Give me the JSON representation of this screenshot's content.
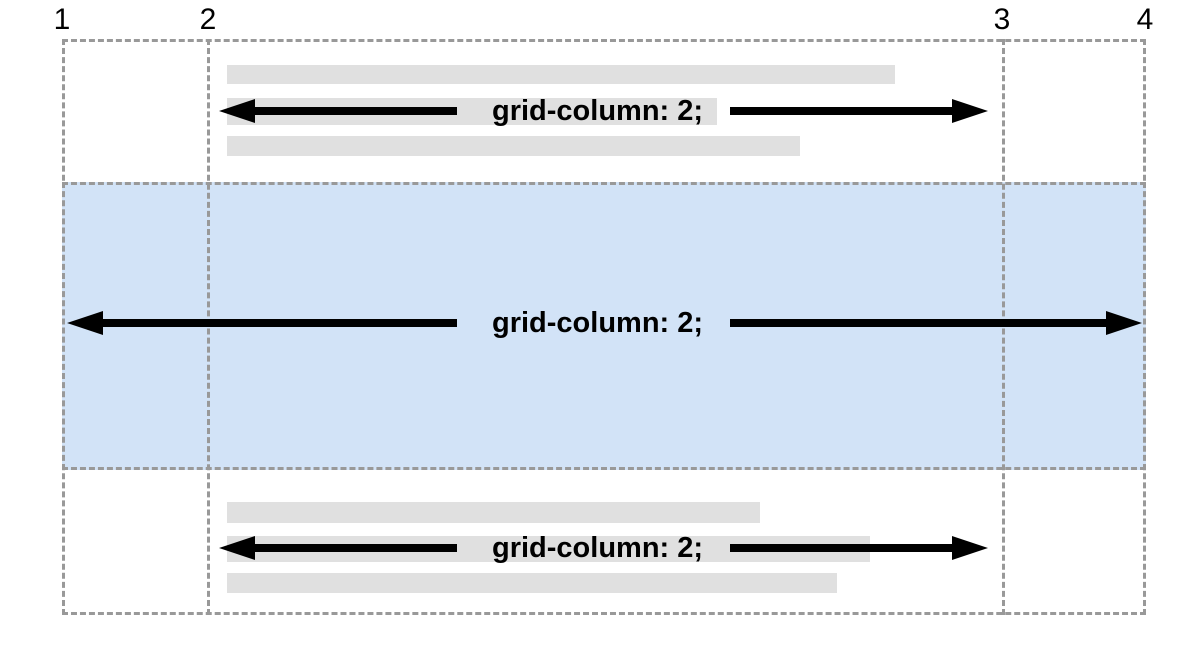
{
  "grid": {
    "line_labels": [
      "1",
      "2",
      "3",
      "4"
    ]
  },
  "rows": [
    {
      "name": "row-above-span",
      "label": "grid-column: 2;"
    },
    {
      "name": "row-highlighted-span",
      "label": "grid-column: 2;"
    },
    {
      "name": "row-below-span",
      "label": "grid-column: 2;"
    }
  ],
  "colors": {
    "highlight_blue": "#d2e3f7",
    "bar_gray": "#e0e0e0",
    "dash_gray": "#999999",
    "arrow_black": "#000000"
  }
}
